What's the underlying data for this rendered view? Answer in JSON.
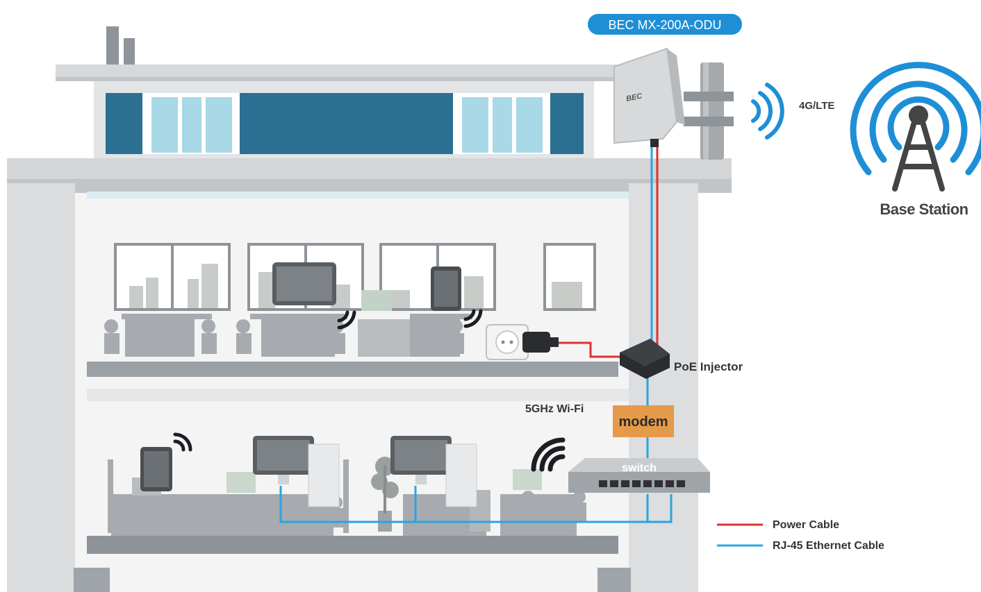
{
  "device_label": "BEC MX-200A-ODU",
  "device_logo": "BEC",
  "signal_label": "4G/LTE",
  "base_station_label": "Base Station",
  "poe_label": "PoE Injector",
  "modem_label": "modem",
  "switch_label": "switch",
  "wifi_label": "5GHz Wi-Fi",
  "legend": {
    "power": {
      "label": "Power Cable",
      "color": "#e0312f"
    },
    "ethernet": {
      "label": "RJ-45 Ethernet Cable",
      "color": "#2aa4e0"
    }
  },
  "colors": {
    "accent": "#1e8fd6",
    "modem": "#e59a4a",
    "window_dark": "#2b6f92",
    "window_light": "#a9d8e6"
  }
}
